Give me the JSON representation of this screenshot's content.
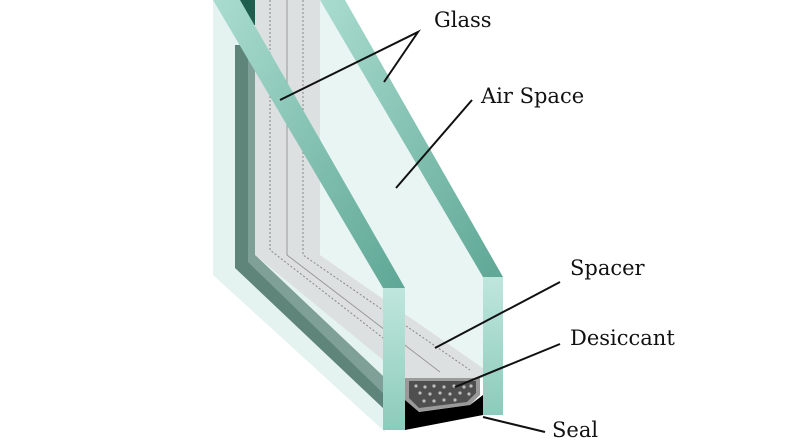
{
  "diagram": {
    "labels": {
      "glass": "Glass",
      "air_space": "Air Space",
      "spacer": "Spacer",
      "desiccant": "Desiccant",
      "seal": "Seal"
    },
    "colors": {
      "glass_edge": "#7fbfb0",
      "glass_face": "#e8f5f2",
      "frame_dark": "#5f857b",
      "spacer": "#d9dcdc",
      "seal": "#000000",
      "desiccant": "#5a5a5a"
    }
  }
}
